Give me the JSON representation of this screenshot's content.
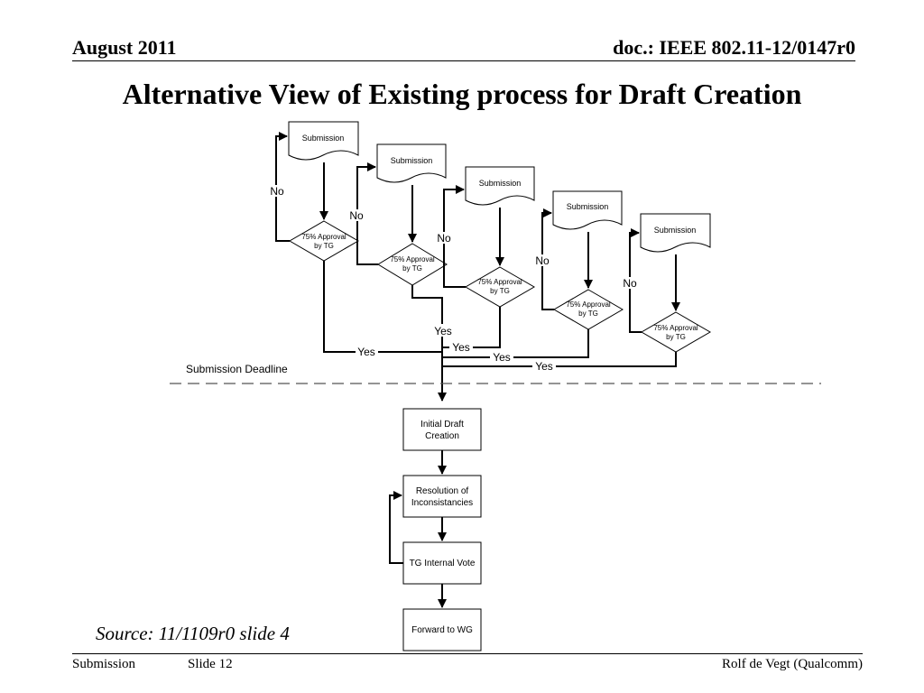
{
  "header": {
    "date": "August 2011",
    "doc": "doc.: IEEE 802.11-12/0147r0"
  },
  "title": "Alternative View of Existing process for Draft Creation",
  "diagram": {
    "submission_label": "Submission",
    "approval_line1": "75% Approval",
    "approval_line2": "by TG",
    "no_label": "No",
    "yes_label": "Yes",
    "deadline_label": "Submission Deadline",
    "initial_draft_line1": "Initial Draft",
    "initial_draft_line2": "Creation",
    "resolution_line1": "Resolution of",
    "resolution_line2": "Inconsistancies",
    "internal_vote": "TG Internal Vote",
    "forward": "Forward to WG"
  },
  "source": "Source: 11/1109r0 slide 4",
  "footer": {
    "left": "Submission",
    "slide": "Slide 12",
    "author": "Rolf de Vegt (Qualcomm)"
  }
}
